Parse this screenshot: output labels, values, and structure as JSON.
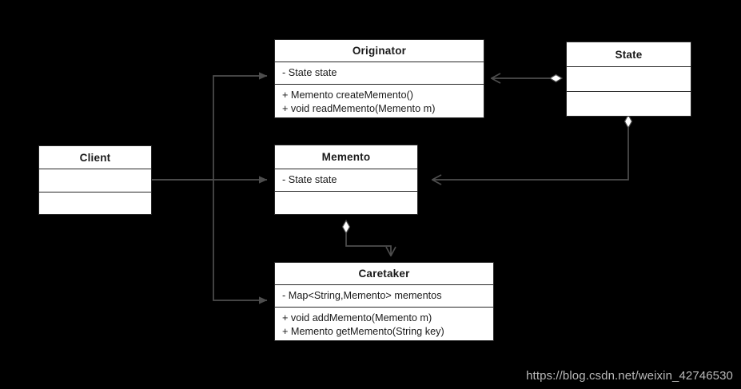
{
  "diagram": {
    "kind": "uml-class-diagram",
    "pattern_name": "Memento Pattern",
    "background_color": "#000000",
    "box_fill_color": "#ffffff",
    "box_border_color": "#272727",
    "edge_color": "#4d4d4d",
    "classes": {
      "client": {
        "name": "Client",
        "attributes": [],
        "operations": []
      },
      "originator": {
        "name": "Originator",
        "attributes": [
          "- State state"
        ],
        "operations": [
          "+ Memento createMemento()",
          "+ void readMemento(Memento m)"
        ]
      },
      "memento": {
        "name": "Memento",
        "attributes": [
          "- State state"
        ],
        "operations": []
      },
      "caretaker": {
        "name": "Caretaker",
        "attributes": [
          "- Map<String,Memento> mementos"
        ],
        "operations": [
          "+ void addMemento(Memento m)",
          "+ Memento getMemento(String key)"
        ]
      },
      "state": {
        "name": "State",
        "attributes": [],
        "operations": []
      }
    },
    "relationships": [
      {
        "id": "client-to-originator",
        "from": "Client",
        "to": "Originator",
        "type": "dependency",
        "arrow": "filled-triangle"
      },
      {
        "id": "client-to-memento",
        "from": "Client",
        "to": "Memento",
        "type": "dependency",
        "arrow": "filled-triangle"
      },
      {
        "id": "client-to-caretaker",
        "from": "Client",
        "to": "Caretaker",
        "type": "dependency",
        "arrow": "filled-triangle"
      },
      {
        "id": "state-to-originator",
        "from": "State",
        "to": "Originator",
        "type": "aggregation",
        "arrow": "open-arrow",
        "diamond": "hollow"
      },
      {
        "id": "state-to-memento",
        "from": "State",
        "to": "Memento",
        "type": "aggregation",
        "arrow": "open-arrow",
        "diamond": "hollow"
      },
      {
        "id": "memento-to-caretaker",
        "from": "Memento",
        "to": "Caretaker",
        "type": "aggregation",
        "arrow": "open-arrow",
        "diamond": "hollow"
      }
    ]
  },
  "watermark": {
    "text": "https://blog.csdn.net/weixin_42746530"
  }
}
